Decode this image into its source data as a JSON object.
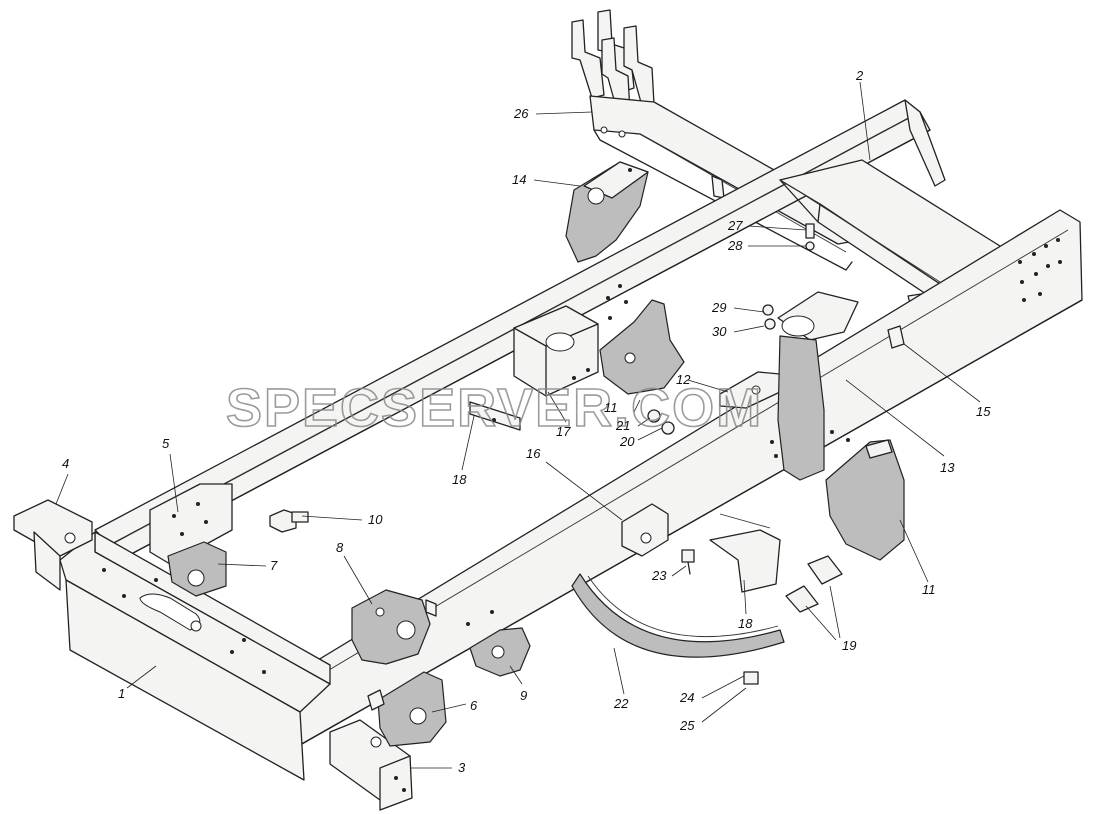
{
  "watermark": "SPECSERVER.COM",
  "callouts": {
    "c1": "1",
    "c2": "2",
    "c3": "3",
    "c4": "4",
    "c5": "5",
    "c6": "6",
    "c7": "7",
    "c8": "8",
    "c9": "9",
    "c10": "10",
    "c11a": "11",
    "c11b": "11",
    "c12": "12",
    "c13": "13",
    "c14": "14",
    "c15": "15",
    "c16": "16",
    "c17": "17",
    "c18a": "18",
    "c18b": "18",
    "c19": "19",
    "c20": "20",
    "c21": "21",
    "c22": "22",
    "c23": "23",
    "c24": "24",
    "c25": "25",
    "c26": "26",
    "c27": "27",
    "c28": "28",
    "c29": "29",
    "c30": "30"
  }
}
